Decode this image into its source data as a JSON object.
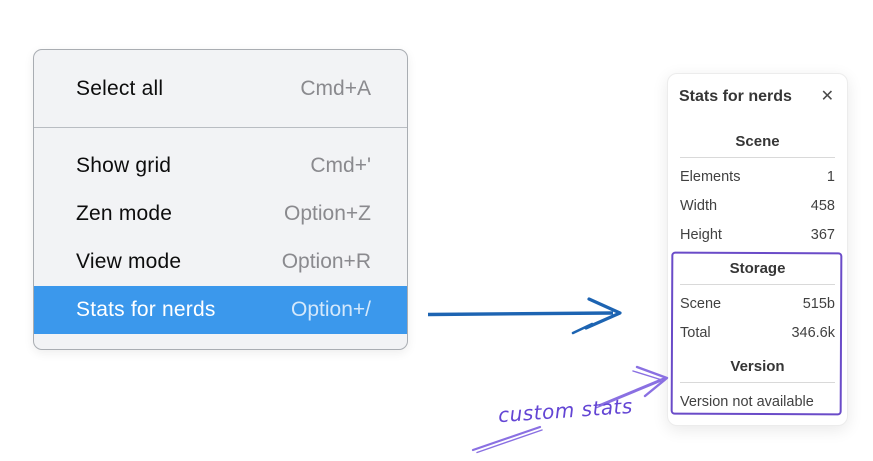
{
  "colors": {
    "menu_selection_blue": "#3b98ec",
    "arrow_blue": "#1d64b2",
    "highlight_box_purple": "#6a4bc8",
    "annotation_arrow_purple": "#8a70e2",
    "annotation_text_purple": "#6345d4"
  },
  "context_menu": {
    "groups": [
      [
        {
          "label": "Select all",
          "shortcut": "Cmd+A",
          "selected": false
        }
      ],
      [
        {
          "label": "Show grid",
          "shortcut": "Cmd+'",
          "selected": false
        },
        {
          "label": "Zen mode",
          "shortcut": "Option+Z",
          "selected": false
        },
        {
          "label": "View mode",
          "shortcut": "Option+R",
          "selected": false
        },
        {
          "label": "Stats for nerds",
          "shortcut": "Option+/",
          "selected": true
        }
      ]
    ]
  },
  "stats_panel": {
    "title": "Stats for nerds",
    "close_icon": "✕",
    "sections": [
      {
        "heading": "Scene",
        "rows": [
          {
            "label": "Elements",
            "value": "1"
          },
          {
            "label": "Width",
            "value": "458"
          },
          {
            "label": "Height",
            "value": "367"
          }
        ]
      },
      {
        "heading": "Storage",
        "rows": [
          {
            "label": "Scene",
            "value": "515b"
          },
          {
            "label": "Total",
            "value": "346.6k"
          }
        ]
      },
      {
        "heading": "Version",
        "rows": [],
        "note": "Version not available"
      }
    ]
  },
  "annotation": {
    "label": "custom stats"
  }
}
